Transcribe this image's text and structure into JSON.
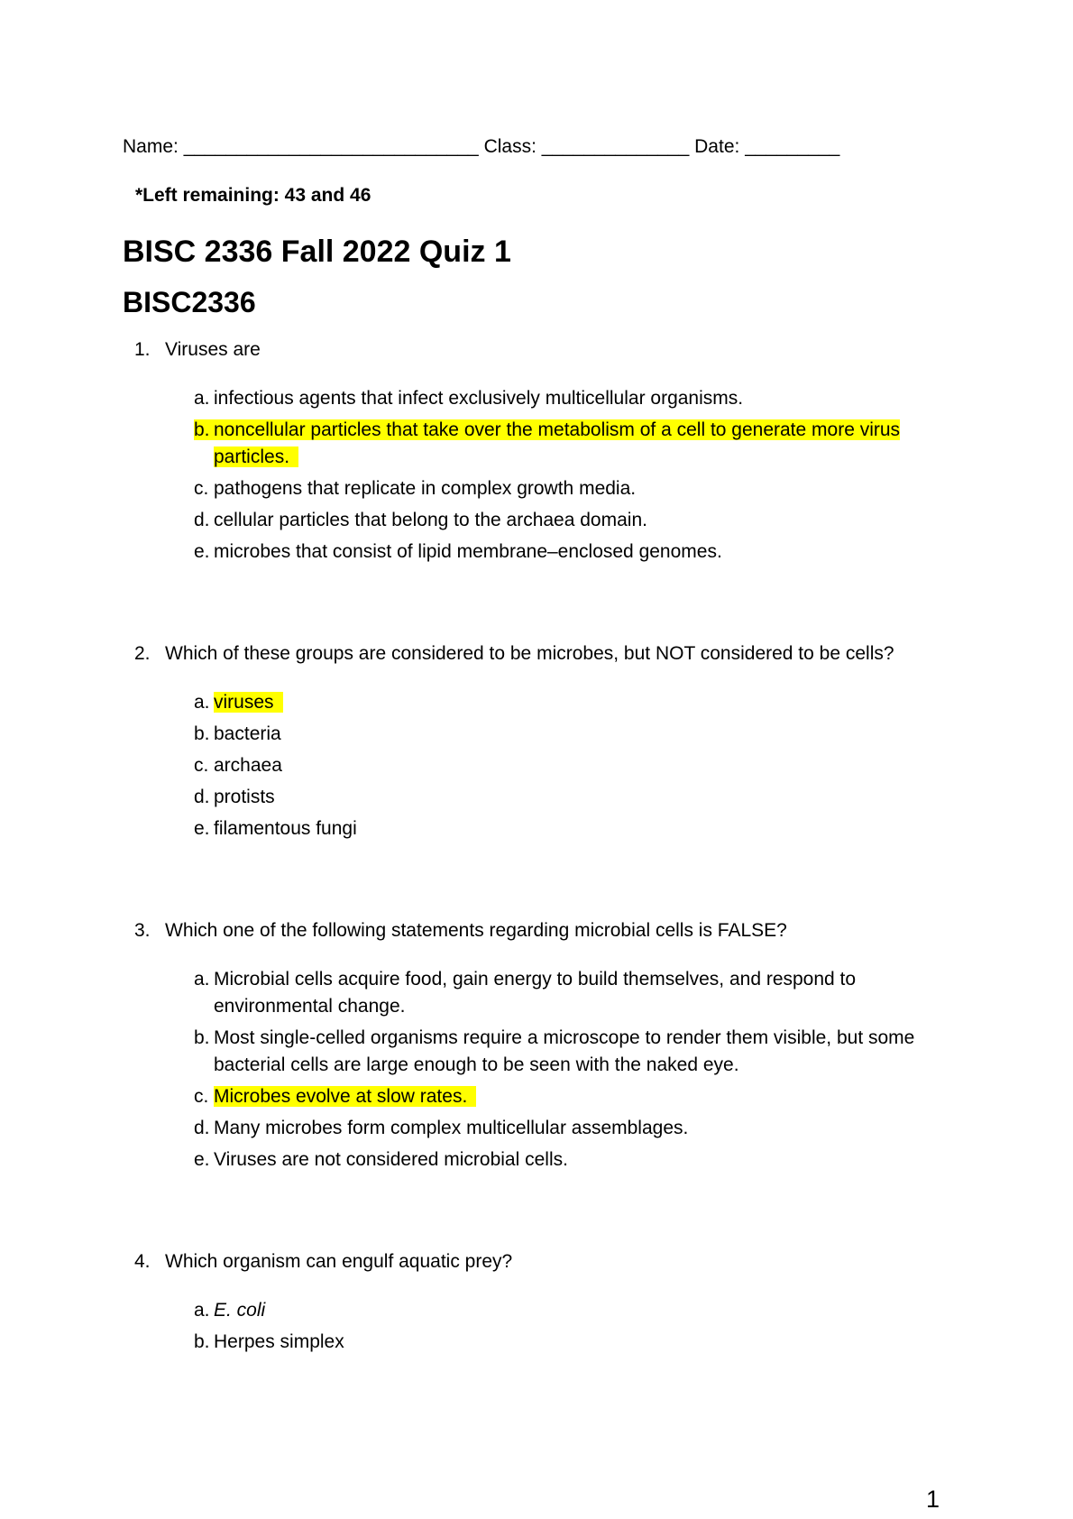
{
  "header": {
    "name_label": "Name:",
    "name_blank": "____________________________",
    "class_label": "Class:",
    "class_blank": "______________",
    "date_label": "Date:",
    "date_blank": "_________"
  },
  "notice": "*Left remaining: 43 and 46",
  "title": "BISC 2336 Fall 2022 Quiz 1",
  "subtitle": "BISC2336",
  "highlight_color": "#ffff00",
  "page": {
    "number": "1"
  },
  "questions": [
    {
      "number": "1.",
      "text": "Viruses are",
      "options": [
        {
          "letter": "a.",
          "text": "infectious agents that infect exclusively multicellular organisms."
        },
        {
          "letter": "b.",
          "text": "noncellular particles that take over the metabolism of a cell to generate more virus particles.",
          "highlight": "full"
        },
        {
          "letter": "c.",
          "text": "pathogens that replicate in complex growth media."
        },
        {
          "letter": "d.",
          "text": "cellular particles that belong to the archaea domain."
        },
        {
          "letter": "e.",
          "text": "microbes that consist of lipid membrane–enclosed genomes."
        }
      ]
    },
    {
      "number": "2.",
      "text": "Which of these groups are considered to be microbes, but NOT considered to be cells?",
      "options": [
        {
          "letter": "a.",
          "text": "viruses",
          "highlight": "text"
        },
        {
          "letter": "b.",
          "text": "bacteria"
        },
        {
          "letter": "c.",
          "text": "archaea"
        },
        {
          "letter": "d.",
          "text": "protists"
        },
        {
          "letter": "e.",
          "text": "filamentous fungi"
        }
      ]
    },
    {
      "number": "3.",
      "text": "Which one of the following statements regarding microbial cells is FALSE?",
      "options": [
        {
          "letter": "a.",
          "text": "Microbial cells acquire food, gain energy to build themselves, and respond to environmental change."
        },
        {
          "letter": "b.",
          "text": "Most single-celled organisms require a microscope to render them visible, but some bacterial cells are large enough to be seen with the naked eye."
        },
        {
          "letter": "c.",
          "text": "Microbes evolve at slow rates.",
          "highlight": "text"
        },
        {
          "letter": "d.",
          "text": "Many microbes form complex multicellular assemblages."
        },
        {
          "letter": "e.",
          "text": "Viruses are not considered microbial cells."
        }
      ]
    },
    {
      "number": "4.",
      "text": "Which organism can engulf aquatic prey?",
      "options": [
        {
          "letter": "a.",
          "text": "E. coli",
          "italic": true
        },
        {
          "letter": "b.",
          "text": "Herpes simplex"
        }
      ]
    }
  ]
}
